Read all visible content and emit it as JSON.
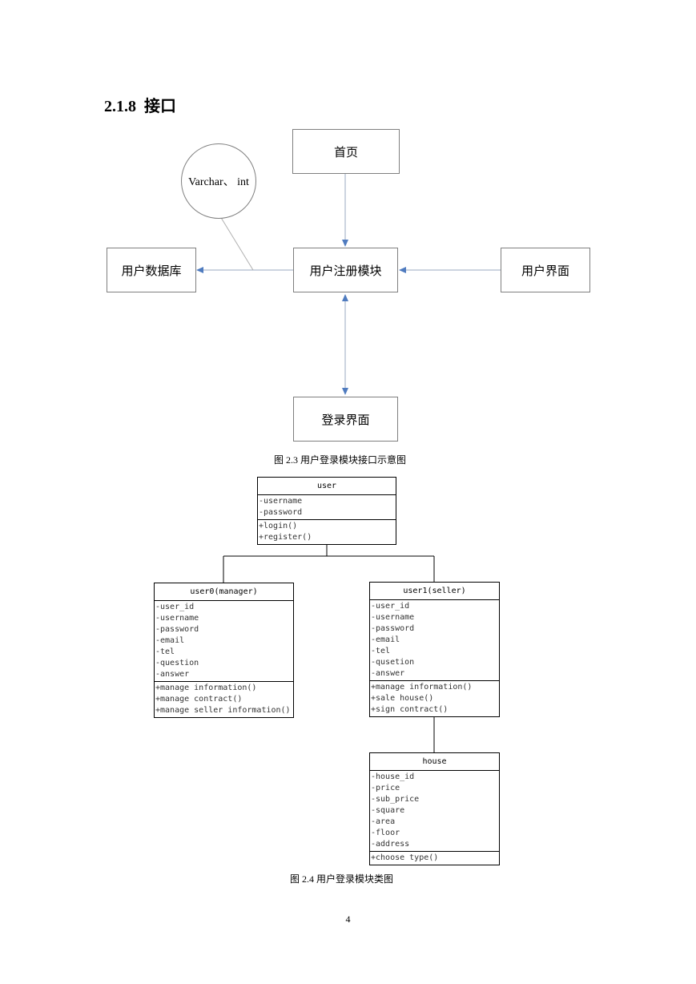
{
  "heading": {
    "number": "2.1.8",
    "title": "接口"
  },
  "interface_diagram": {
    "homepage": "首页",
    "circle_label": "Varchar、 int",
    "user_db": "用户数据库",
    "register_module": "用户注册模块",
    "user_ui": "用户界面",
    "login_ui": "登录界面"
  },
  "caption1": "图 2.3  用户登录模块接口示意图",
  "classes": {
    "user": {
      "name": "user",
      "attributes": [
        "-username",
        "-password"
      ],
      "methods": [
        "+login()",
        "+register()"
      ]
    },
    "user0": {
      "name": "user0(manager)",
      "attributes": [
        "-user_id",
        "-username",
        "-password",
        "-email",
        "-tel",
        "-question",
        "-answer"
      ],
      "methods": [
        "+manage information()",
        "+manage contract()",
        "+manage seller information()"
      ]
    },
    "user1": {
      "name": "user1(seller)",
      "attributes": [
        "-user_id",
        "-username",
        "-password",
        "-email",
        "-tel",
        "-qusetion",
        "-answer"
      ],
      "methods": [
        "+manage information()",
        "+sale house()",
        "+sign contract()"
      ]
    },
    "house": {
      "name": "house",
      "attributes": [
        "-house_id",
        "-price",
        "-sub_price",
        "-square",
        "-area",
        "-floor",
        "-address"
      ],
      "methods": [
        "+choose type()"
      ]
    }
  },
  "caption2": "图 2.4  用户登录模块类图",
  "page_number": "4",
  "colors": {
    "arrow": "#4f7bbf",
    "line": "#9a9a9a",
    "border": "#7f7f7f"
  }
}
